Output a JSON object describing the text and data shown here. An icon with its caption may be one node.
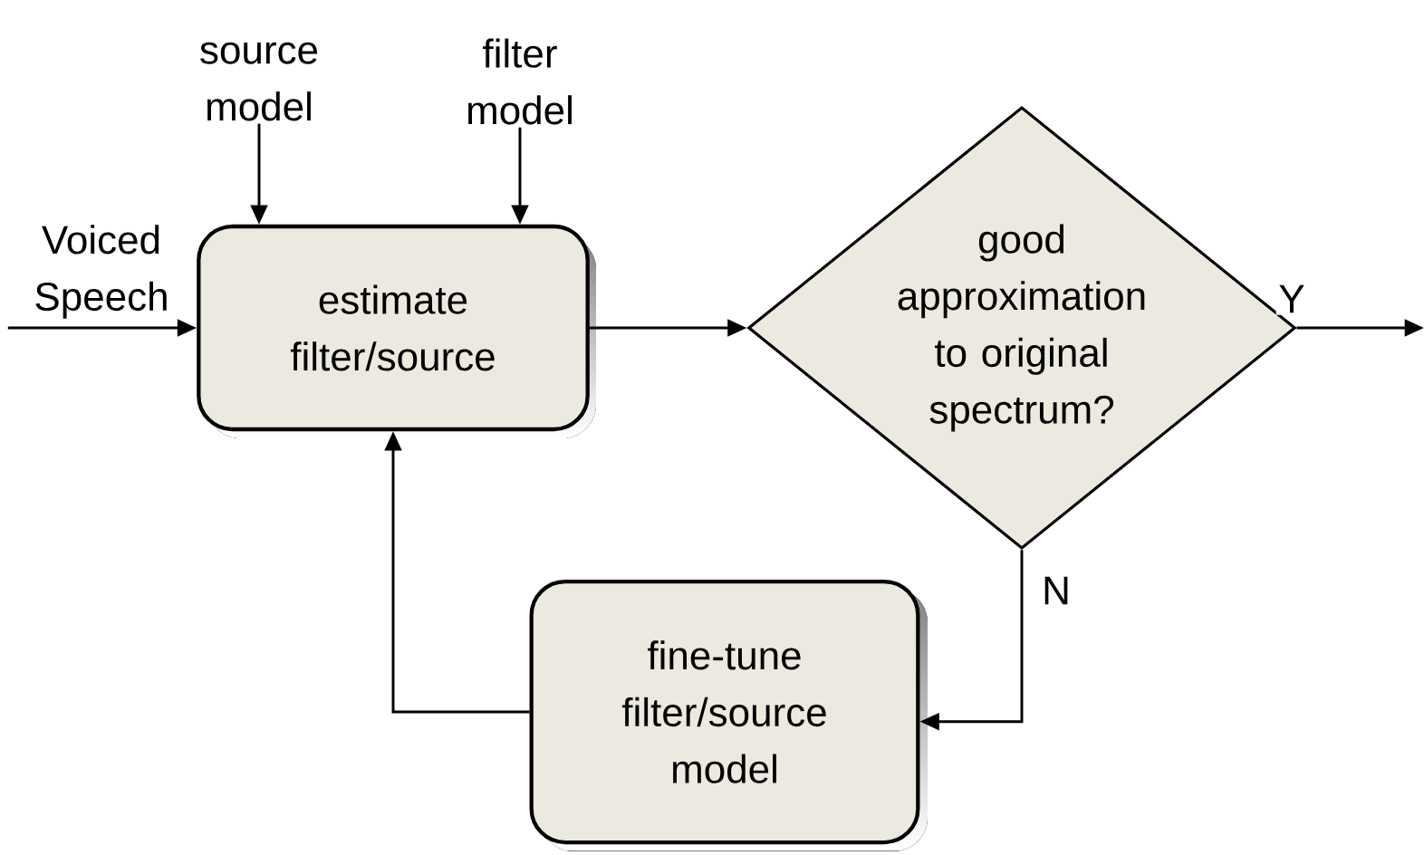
{
  "diagram": {
    "nodes": [
      {
        "text": [
          "source model"
        ]
      },
      {
        "text": [
          "filter model"
        ]
      },
      {
        "text": [
          "Voiced Speech"
        ]
      },
      {
        "text": [
          "estimate filter/source"
        ]
      },
      {
        "text": [
          "good approximation to original spectrum?"
        ]
      },
      {
        "text": [
          "fine-tune filter/source model"
        ]
      }
    ],
    "edges": [
      {
        "from": 0,
        "to": 3,
        "arrow": "to"
      },
      {
        "from": 1,
        "to": 3,
        "arrow": "to"
      },
      {
        "from": 2,
        "to": 3,
        "arrow": "to"
      },
      {
        "from": 3,
        "to": 4,
        "arrow": "to"
      },
      {
        "from": 4,
        "to": null,
        "arrow": "to",
        "label": "Y"
      },
      {
        "from": 4,
        "to": 5,
        "arrow": "to",
        "label": "N"
      },
      {
        "from": 5,
        "to": 3,
        "arrow": "to"
      }
    ]
  }
}
